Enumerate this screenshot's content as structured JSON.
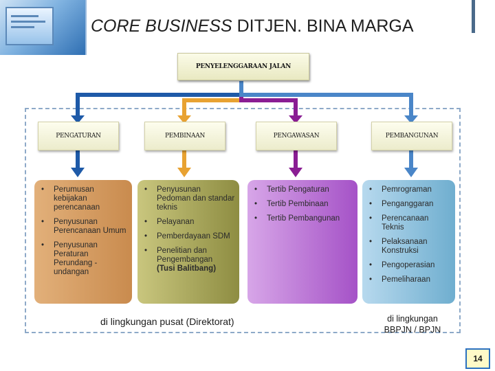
{
  "title": {
    "italic": "CORE BUSINESS",
    "normal": "DITJEN. BINA MARGA"
  },
  "top_box": "PENYELENGGARAAN JALAN",
  "categories": [
    {
      "label": "PENGATURAN",
      "color": "#1e5aa8"
    },
    {
      "label": "PEMBINAAN",
      "color": "#e8a232"
    },
    {
      "label": "PENGAWASAN",
      "color": "#8a1d93"
    },
    {
      "label": "PEMBANGUNAN",
      "color": "#4a86c8"
    }
  ],
  "panels": [
    {
      "items": [
        "Perumusan kebijakan perencanaan",
        "Penyusunan Perencanaan Umum",
        "Penyusunan Peraturan Perundang - undangan"
      ]
    },
    {
      "items": [
        "Penyusunan Pedoman dan standar teknis",
        "Pelayanan",
        "Pemberdayaan SDM",
        "Penelitian dan Pengembangan",
        "(Tusi Balitbang)"
      ]
    },
    {
      "items": [
        "Tertib Pengaturan",
        "Tertib Pembinaan",
        "Tertib Pembangunan"
      ]
    },
    {
      "items": [
        "Pemrograman",
        "Penganggaran",
        "Perencanaan Teknis",
        "Pelaksanaan Konstruksi",
        "Pengoperasian",
        "Pemeliharaan"
      ]
    }
  ],
  "footer": {
    "left": "di lingkungan pusat (Direktorat)",
    "right_line1": "di lingkungan",
    "right_line2": "BBPJN / BPJN"
  },
  "page_number": "14",
  "icons": {
    "logo": "computer-monitor-icon"
  }
}
